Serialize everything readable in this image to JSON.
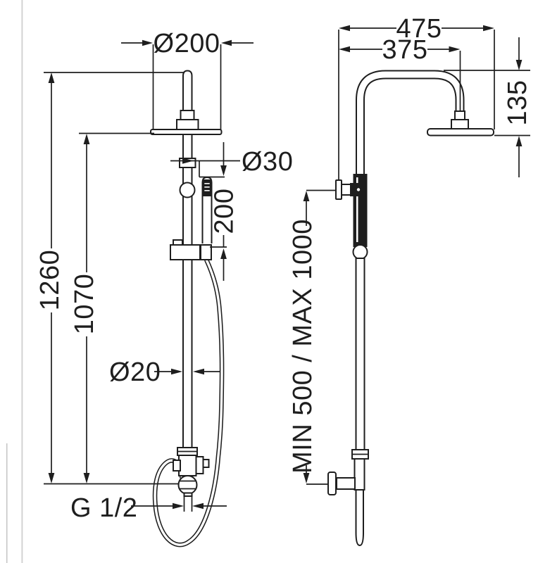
{
  "drawing": {
    "ink_color": "#1e1e1e",
    "background": "#ffffff",
    "front_view": {
      "dim_head_diameter": "Ø200",
      "dim_total_height": "1260",
      "dim_head_height": "1070",
      "dim_handshower_diameter": "Ø30",
      "dim_handshower_length": "200",
      "dim_pipe_diameter": "Ø20",
      "dim_connection_thread": "G 1/2"
    },
    "side_view": {
      "dim_total_reach": "475",
      "dim_arm_reach": "375",
      "dim_head_drop": "135",
      "dim_inlet_range": "MIN 500 / MAX 1000"
    }
  }
}
